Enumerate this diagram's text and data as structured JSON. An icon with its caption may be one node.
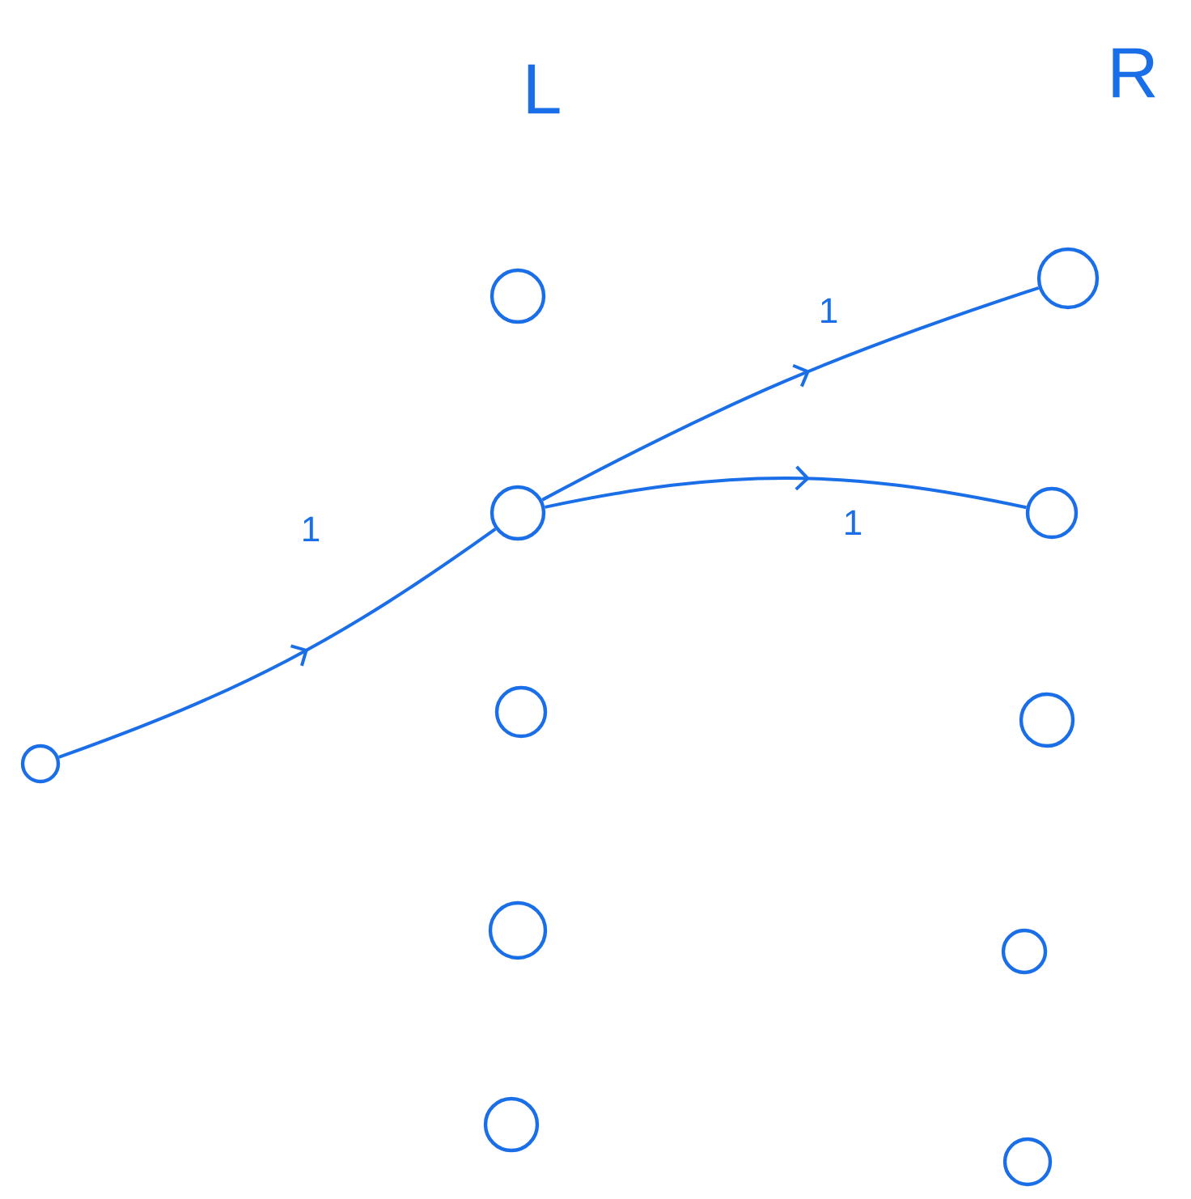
{
  "diagram": {
    "nodes": [
      {
        "text": [],
        "shape": "circle"
      },
      {
        "text": [],
        "shape": "circle"
      },
      {
        "text": [],
        "shape": "circle"
      },
      {
        "text": [],
        "shape": "circle"
      },
      {
        "text": [],
        "shape": "circle"
      },
      {
        "text": [],
        "shape": "circle"
      },
      {
        "text": [],
        "shape": "circle"
      },
      {
        "text": [],
        "shape": "circle"
      },
      {
        "text": [],
        "shape": "circle"
      },
      {
        "text": [],
        "shape": "circle"
      },
      {
        "text": [],
        "shape": "circle"
      }
    ],
    "edges": [
      {
        "from": 0,
        "to": 2,
        "arrow": "to",
        "label": "1"
      },
      {
        "from": 2,
        "to": 6,
        "arrow": "to",
        "label": "1"
      },
      {
        "from": 2,
        "to": 7,
        "arrow": "to",
        "label": "1"
      }
    ],
    "labels": [
      "L",
      "R"
    ]
  }
}
